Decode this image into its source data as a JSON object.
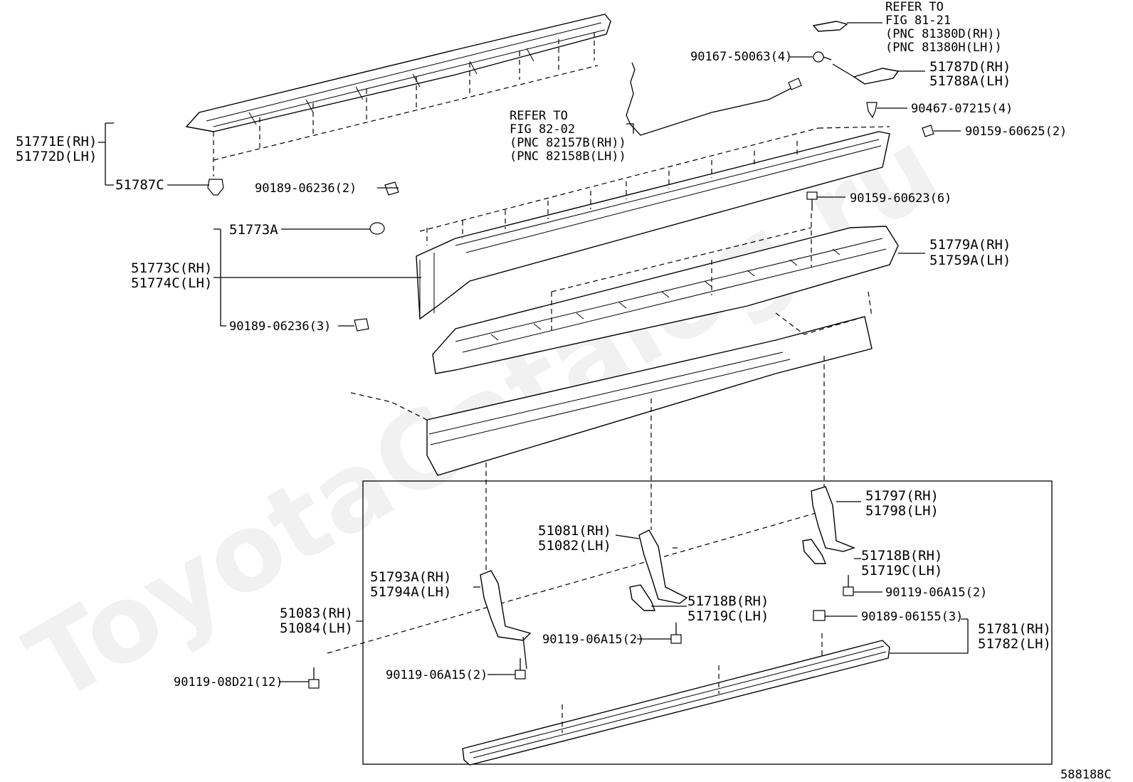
{
  "watermark": "ToyotaCatalog.ru",
  "figure_code": "588188C",
  "labels": {
    "refer_81_line1": "REFER TO",
    "refer_81_line2": "FIG 81-21",
    "refer_81_line3": "(PNC 81380D(RH))",
    "refer_81_line4": "(PNC 81380H(LH))",
    "p90167": "90167-50063(4)",
    "p51787d": "51787D(RH)",
    "p51788a": "51788A(LH)",
    "p90467": "90467-07215(4)",
    "p90159_625": "90159-60625(2)",
    "refer_82_line1": "REFER TO",
    "refer_82_line2": "FIG 82-02",
    "refer_82_line3": "(PNC 82157B(RH))",
    "refer_82_line4": "(PNC 82158B(LH))",
    "p51771e": "51771E(RH)",
    "p51772d": "51772D(LH)",
    "p51787c": "51787C",
    "p90189_236_2": "90189-06236(2)",
    "p90159_623": "90159-60623(6)",
    "p51773a": "51773A",
    "p51779a": "51779A(RH)",
    "p51759a": "51759A(LH)",
    "p51773c": "51773C(RH)",
    "p51774c": "51774C(LH)",
    "p90189_236_3": "90189-06236(3)",
    "p51797": "51797(RH)",
    "p51798": "51798(LH)",
    "p51081": "51081(RH)",
    "p51082": "51082(LH)",
    "p51718b_r": "51718B(RH)",
    "p51719c_r": "51719C(LH)",
    "p51793a": "51793A(RH)",
    "p51794a": "51794A(LH)",
    "p90119_a15_r": "90119-06A15(2)",
    "p51718b_m": "51718B(RH)",
    "p51719c_m": "51719C(LH)",
    "p51083": "51083(RH)",
    "p51084": "51084(LH)",
    "p90189_155": "90189-06155(3)",
    "p51781": "51781(RH)",
    "p51782": "51782(LH)",
    "p90119_a15_m": "90119-06A15(2)",
    "p90119_a15_l": "90119-06A15(2)",
    "p90119_d21": "90119-08D21(12)"
  }
}
